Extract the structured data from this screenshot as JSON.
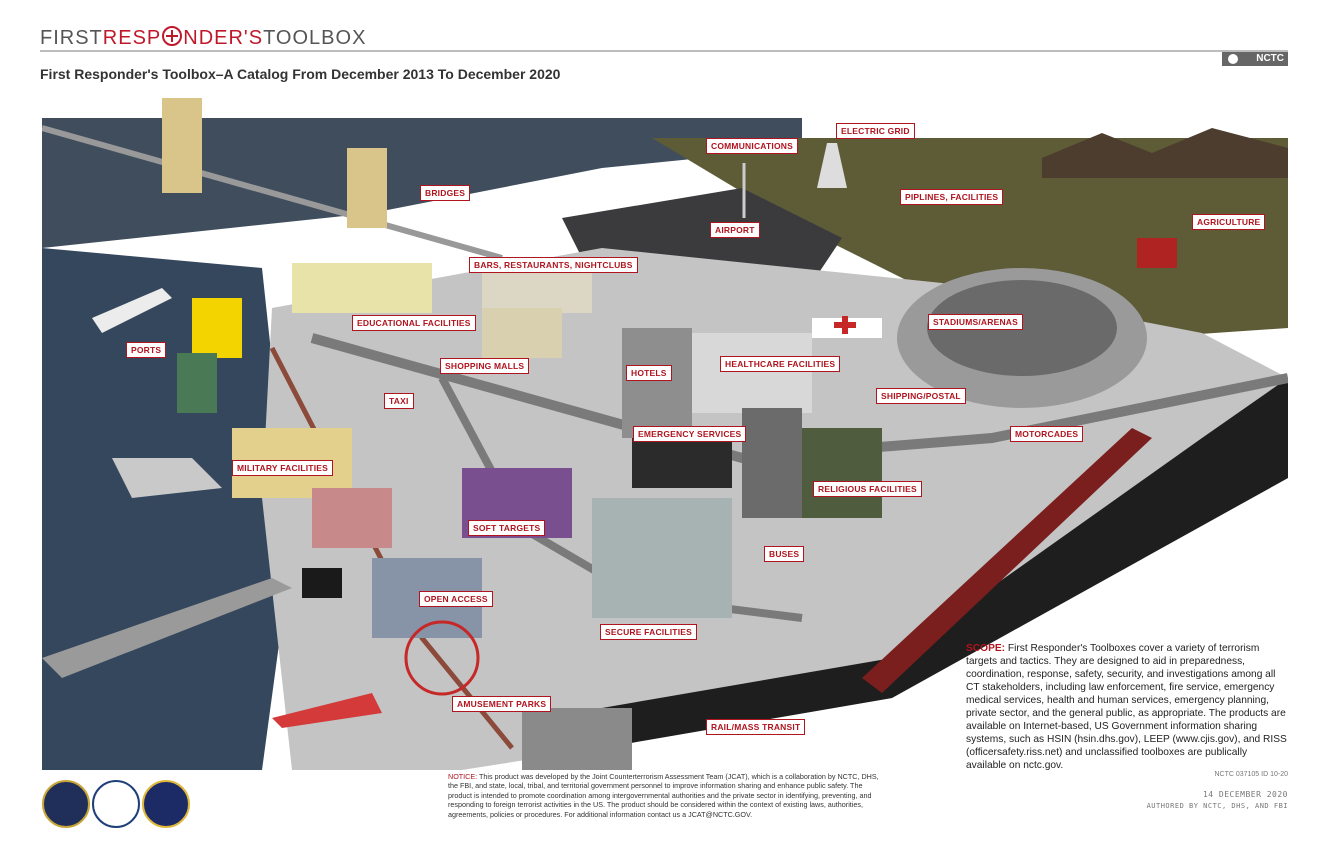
{
  "header": {
    "brand_first": "FIRST",
    "brand_respond": "RESP",
    "brand_nders": "NDER'S",
    "brand_toolbox": "TOOLBOX",
    "badge": "NCTC",
    "subtitle": "First Responder's Toolbox–A Catalog From December 2013 To December 2020"
  },
  "labels": [
    {
      "id": "communications",
      "text": "COMMUNICATIONS"
    },
    {
      "id": "electric-grid",
      "text": "ELECTRIC GRID"
    },
    {
      "id": "bridges",
      "text": "BRIDGES"
    },
    {
      "id": "piplines",
      "text": "PIPLINES, FACILITIES"
    },
    {
      "id": "agriculture",
      "text": "AGRICULTURE"
    },
    {
      "id": "airport",
      "text": "AIRPORT"
    },
    {
      "id": "bars",
      "text": "BARS, RESTAURANTS, NIGHTCLUBS"
    },
    {
      "id": "educational",
      "text": "EDUCATIONAL FACILITIES"
    },
    {
      "id": "stadiums",
      "text": "STADIUMS/ARENAS"
    },
    {
      "id": "ports",
      "text": "PORTS"
    },
    {
      "id": "healthcare",
      "text": "HEALTHCARE FACILITIES"
    },
    {
      "id": "shopping",
      "text": "SHOPPING MALLS"
    },
    {
      "id": "hotels",
      "text": "HOTELS"
    },
    {
      "id": "shipping",
      "text": "SHIPPING/POSTAL"
    },
    {
      "id": "taxi",
      "text": "TAXI"
    },
    {
      "id": "emergency",
      "text": "EMERGENCY SERVICES"
    },
    {
      "id": "motorcades",
      "text": "MOTORCADES"
    },
    {
      "id": "military",
      "text": "MILITARY FACILITIES"
    },
    {
      "id": "religious",
      "text": "RELIGIOUS FACILITIES"
    },
    {
      "id": "soft-targets",
      "text": "SOFT TARGETS"
    },
    {
      "id": "buses",
      "text": "BUSES"
    },
    {
      "id": "open-access",
      "text": "OPEN ACCESS"
    },
    {
      "id": "secure",
      "text": "SECURE FACILITIES"
    },
    {
      "id": "amusement",
      "text": "AMUSEMENT PARKS"
    },
    {
      "id": "rail",
      "text": "RAIL/MASS TRANSIT"
    }
  ],
  "scope": {
    "heading": "SCOPE:",
    "body": " First Responder's Toolboxes cover a variety of terrorism targets and tactics. They are designed to aid in preparedness, coordination, response, safety, security, and investigations among all CT stakeholders, including law enforcement, fire service, emergency medical services, health and human services, emergency planning, private sector, and the general public, as appropriate. The products are available on Internet-based, US Government information sharing systems, such as HSIN (hsin.dhs.gov), LEEP (www.cjis.gov), and RISS (officersafety.riss.net) and unclassified toolboxes are publically available on nctc.gov."
  },
  "footer": {
    "notice_heading": "NOTICE:",
    "notice_body": " This product was developed by the Joint Counterterrorism Assessment Team (JCAT), which is a collaboration by NCTC, DHS, the FBI, and state, local, tribal, and territorial government personnel to improve information sharing and enhance public safety. The product is intended to promote coordination among intergovernmental authorities and the private sector in identifying, preventing, and responding to foreign terrorist activities in the US. The product should be considered within the context of existing laws, authorities, agreements, policies or procedures. For additional information contact us a JCAT@NCTC.GOV.",
    "doc_id": "NCTC 037105 ID 10-20",
    "date": "14 DECEMBER 2020",
    "authored": "AUTHORED BY NCTC, DHS, AND FBI"
  },
  "colors": {
    "accent_red": "#b0141f",
    "water": "#3a4a5c",
    "city_gray": "#b8b8b8",
    "terrain": "#5b5a36"
  }
}
